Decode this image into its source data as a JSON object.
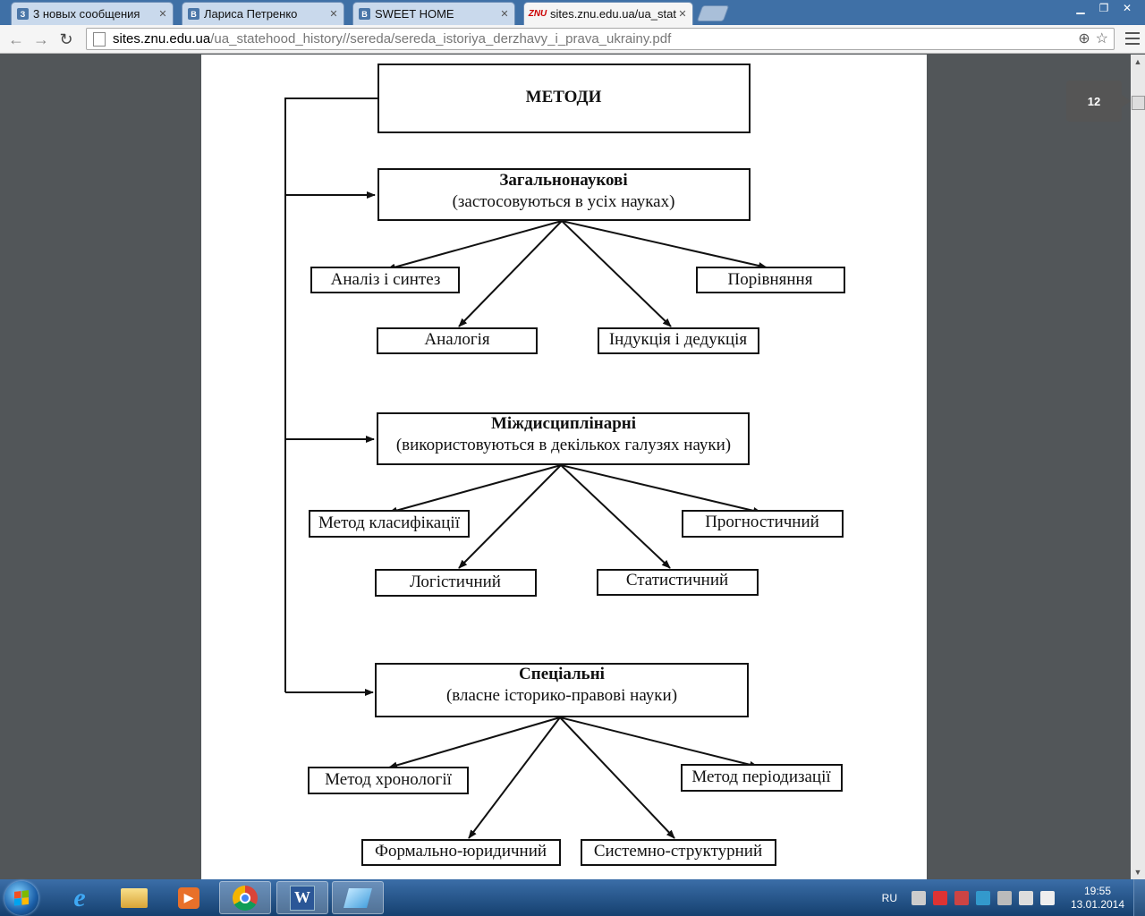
{
  "browser": {
    "tabs": [
      {
        "label": "3 новых сообщения",
        "favicon": "З"
      },
      {
        "label": "Лариса Петренко",
        "favicon": "В"
      },
      {
        "label": "SWEET HOME",
        "favicon": "В"
      },
      {
        "label": "sites.znu.edu.ua/ua_stateh",
        "favicon": "ZNU"
      }
    ],
    "url_host": "sites.znu.edu.ua",
    "url_path": "/ua_statehood_history//sereda/sereda_istoriya_derzhavy_i_prava_ukrainy.pdf"
  },
  "pdf": {
    "page_number": "12"
  },
  "diagram": {
    "root": "МЕТОДИ",
    "groups": [
      {
        "title": "Загальнонаукові",
        "subtitle": "(застосовуються в усіх науках)",
        "items": [
          "Аналіз і синтез",
          "Порівняння",
          "Аналогія",
          "Індукція і дедукція"
        ]
      },
      {
        "title": "Міждисциплінарні",
        "subtitle": "(використовуються в декількох галузях науки)",
        "items": [
          "Метод класифікації",
          "Прогностичний",
          "Логістичний",
          "Статистичний"
        ]
      },
      {
        "title": "Спеціальні",
        "subtitle": "(власне історико-правові науки)",
        "items": [
          "Метод хронології",
          "Метод періодизації",
          "Формально-юридичний",
          "Системно-структурний"
        ]
      }
    ]
  },
  "taskbar": {
    "language": "RU",
    "time": "19:55",
    "date": "13.01.2014"
  }
}
